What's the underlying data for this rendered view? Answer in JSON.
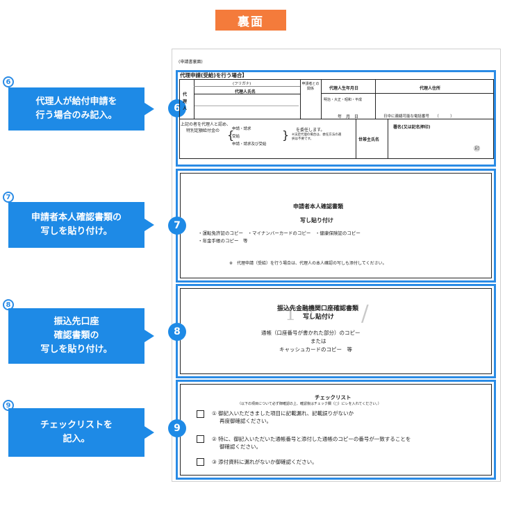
{
  "header": {
    "title": "裏面"
  },
  "form_caption": "(申請書裏面)",
  "section6": {
    "number": "6",
    "annotation_lines": [
      "代理人が給付申請を",
      "行う場合のみ記入。"
    ],
    "title": "代理申請(受給)を行う場合】",
    "furigana": "(フリガナ)",
    "name_label": "代理人氏名",
    "rel_label": "申請者との関係",
    "dob_label": "代理人生年月日",
    "addr_label": "代理人住所",
    "side_label": "代理人",
    "era": "明治・大正・昭和・平成",
    "date": "年　月　日",
    "phone": "日中に連絡可能な電話番号　　（　　　）",
    "delegate_intro": "上記の者を代理人と認め、",
    "delegate_sub": "特別定額給付金の",
    "options": [
      "申請・請求",
      "受給",
      "申請・請求及び受給"
    ],
    "entrust": "を委任します。",
    "note": "※法定代理の場合は、委任方法の選択は不要です。",
    "householder": "世帯主氏名",
    "signature": "署名(又は記名押印)",
    "seal": "㊞"
  },
  "section7": {
    "number": "7",
    "annotation_lines": [
      "申請者本人確認書類の",
      "写しを貼り付け。"
    ],
    "title": "申請者本人確認書類",
    "subtitle": "写し貼り付け",
    "docs_line1": "・運転免許証のコピー　・マイナンバーカードのコピー　・健康保険証のコピー",
    "docs_line2": "・年金手帳のコピー　等",
    "note": "※　代理申請（受給）を行う場合は、代理人の本人確認の写しも添付してください。"
  },
  "section8": {
    "number": "8",
    "annotation_lines": [
      "振込先口座",
      "確認書類の",
      "写しを貼り付け。"
    ],
    "title": "振込先金融機関口座確認書類",
    "subtitle": "写し貼付け",
    "line1": "通帳（口座番号が書かれた部分）のコピー",
    "line2": "または",
    "line3": "キャッシュカードのコピー　等"
  },
  "section9": {
    "number": "9",
    "annotation_lines": [
      "チェックリストを",
      "記入。"
    ],
    "title": "チェックリスト",
    "instruction": "（以下の項目について必ず御確認の上、確認後はチェック欄（□）にレを入れてください。）",
    "items": [
      {
        "line1": "① 御記入いただきました項目に記載漏れ、記載誤りがないか",
        "line2": "再度御確認ください。"
      },
      {
        "line1": "② 特に、御記入いただいた通帳番号と添付した通帳のコピーの番号が一致することを",
        "line2": "御確認ください。"
      },
      {
        "line1": "③ 添付資料に漏れがないか御確認ください。",
        "line2": ""
      }
    ]
  },
  "colors": {
    "accent_blue": "#1e8ae6",
    "frame_blue": "#2a8be5",
    "header_orange": "#f47b3b"
  }
}
